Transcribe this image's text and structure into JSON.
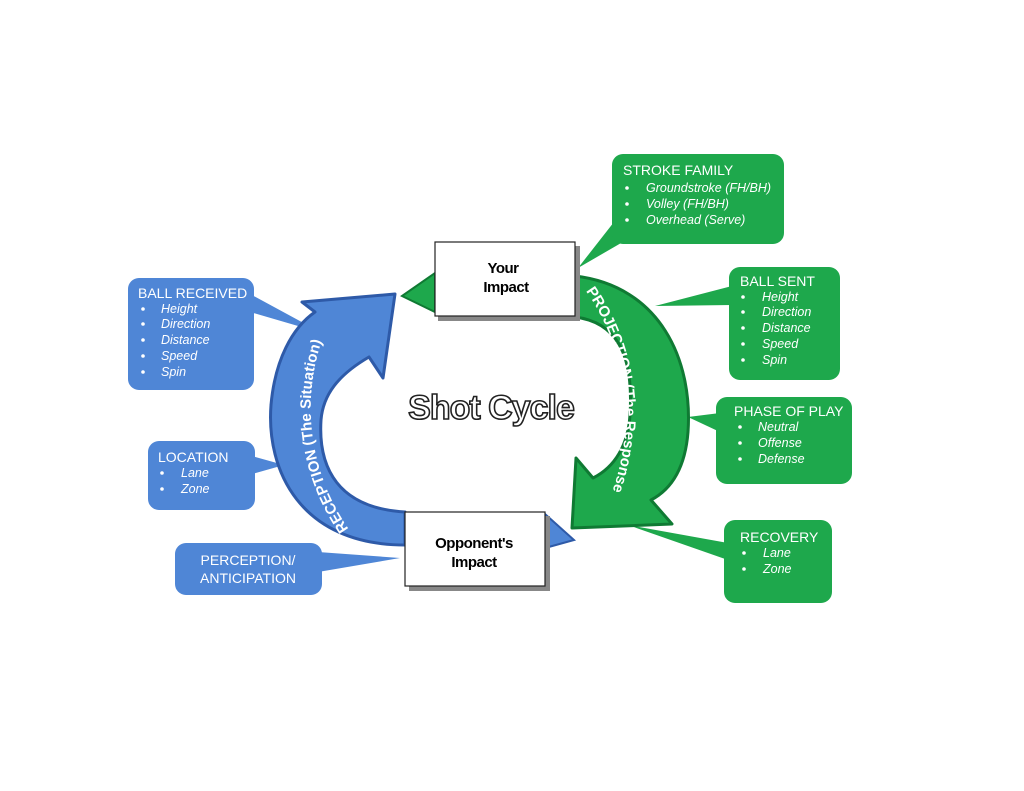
{
  "title": "Shot Cycle",
  "colors": {
    "blue": "#4f86d6",
    "blue_dark": "#2e5aa8",
    "green": "#1ea84c",
    "green_dark": "#0f7a33"
  },
  "your_impact": [
    "Your",
    "Impact"
  ],
  "opponent_impact": [
    "Opponent's",
    "Impact"
  ],
  "reception_label": "RECEPTION (The Situation)",
  "projection_label": "PROJECTION (The Response)",
  "callouts": {
    "stroke_family": {
      "title": "STROKE FAMILY",
      "items": [
        "Groundstroke (FH/BH)",
        "Volley (FH/BH)",
        "Overhead (Serve)"
      ]
    },
    "ball_sent": {
      "title": "BALL SENT",
      "items": [
        "Height",
        "Direction",
        "Distance",
        "Speed",
        "Spin"
      ]
    },
    "phase_of_play": {
      "title": "PHASE OF PLAY",
      "items": [
        "Neutral",
        "Offense",
        "Defense"
      ]
    },
    "recovery": {
      "title": "RECOVERY",
      "items": [
        "Lane",
        "Zone"
      ]
    },
    "ball_received": {
      "title": "BALL RECEIVED",
      "items": [
        "Height",
        "Direction",
        "Distance",
        "Speed",
        "Spin"
      ]
    },
    "location": {
      "title": "LOCATION",
      "items": [
        "Lane",
        "Zone"
      ]
    },
    "perception": {
      "title": [
        "PERCEPTION/",
        "ANTICIPATION"
      ]
    }
  }
}
